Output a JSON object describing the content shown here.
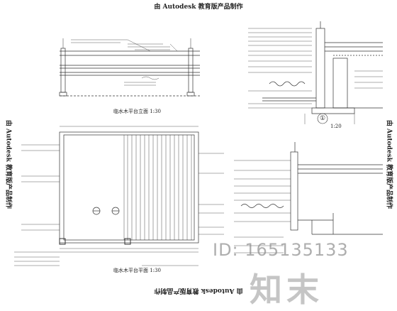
{
  "watermarks": {
    "top": "由 Autodesk 教育版产品制作",
    "bottom": "由 Autodesk 教育版产品制作",
    "left": "由 Autodesk 教育版产品制作",
    "right": "由 Autodesk 教育版产品制作"
  },
  "captions": {
    "elevation": "临水木平台立面  1:30",
    "plan": "临水木平台平面  1:30",
    "section": "1:20"
  },
  "section_marker": "①",
  "logo": "知末",
  "id_text": "ID: 165135133",
  "colors": {
    "line": "#333333",
    "background": "#ffffff",
    "watermark_gray": "#8c8c8c"
  }
}
